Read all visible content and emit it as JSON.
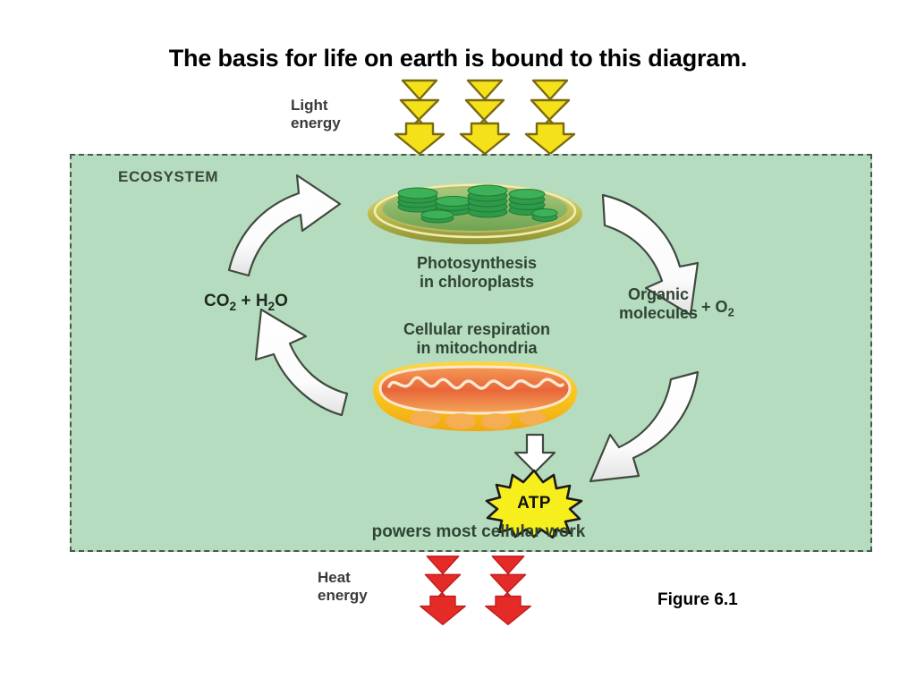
{
  "slide": {
    "title": "The basis for life on earth is bound to this diagram.",
    "figure_caption": "Figure 6.1",
    "background_color": "#ffffff"
  },
  "light_energy": {
    "label_line1": "Light",
    "label_line2": "energy",
    "arrow_count": 3,
    "arrow_color": "#f5e11a",
    "arrow_outline": "#7a6a10",
    "icon": "lightning-bolt-down-icon"
  },
  "ecosystem": {
    "label": "ECOSYSTEM",
    "background_color": "#b6dcbf",
    "border_style": "dashed",
    "border_color": "#4a5a4a"
  },
  "chloroplast": {
    "icon": "chloroplast-icon",
    "outer_color": "#b5b840",
    "inner_color": "#6aa74a",
    "grana_color": "#2f9a49"
  },
  "mitochondrion": {
    "icon": "mitochondrion-icon",
    "outer_color": "#f7c21c",
    "inner_color": "#e8653a",
    "cristae_color": "#fde8c8"
  },
  "cycle": {
    "photosynthesis": {
      "line1": "Photosynthesis",
      "line2": "in chloroplasts"
    },
    "respiration": {
      "line1": "Cellular respiration",
      "line2": "in mitochondria"
    },
    "reactants": {
      "text": "CO2 + H2O",
      "co": "CO",
      "co_sub": "2",
      "plus": " + ",
      "h": "H",
      "h_sub": "2",
      "o": "O"
    },
    "products": {
      "line1": "Organic",
      "line2": "molecules",
      "plus_o2": "+ O",
      "o2_sub": "2"
    },
    "arrow_color": "#ffffff",
    "arrow_outline": "#3f4a3f",
    "arrow_count": 4,
    "direction": "clockwise"
  },
  "atp": {
    "label": "ATP",
    "star_color": "#f7ef1d",
    "star_outline": "#1a1a1a",
    "arrow_icon": "down-arrow-icon",
    "caption": "powers most cellular work"
  },
  "heat_energy": {
    "label_line1": "Heat",
    "label_line2": "energy",
    "arrow_count": 2,
    "arrow_color": "#e52b28",
    "icon": "lightning-bolt-down-icon"
  }
}
